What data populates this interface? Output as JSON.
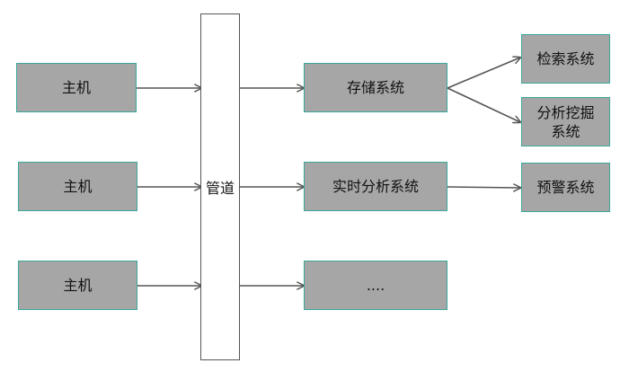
{
  "colors": {
    "node_fill": "#a6a6a6",
    "node_border": "#3aa89a",
    "arrow": "#555555",
    "pipe_border": "#555555"
  },
  "hosts": [
    {
      "label": "主机"
    },
    {
      "label": "主机"
    },
    {
      "label": "主机"
    }
  ],
  "pipe": {
    "label": "管道"
  },
  "systems": [
    {
      "label": "存储系统"
    },
    {
      "label": "实时分析系统"
    },
    {
      "label": "...."
    }
  ],
  "outputs": [
    {
      "label": "检索系统"
    },
    {
      "label": "分析挖掘\n系统"
    },
    {
      "label": "预警系统"
    }
  ]
}
